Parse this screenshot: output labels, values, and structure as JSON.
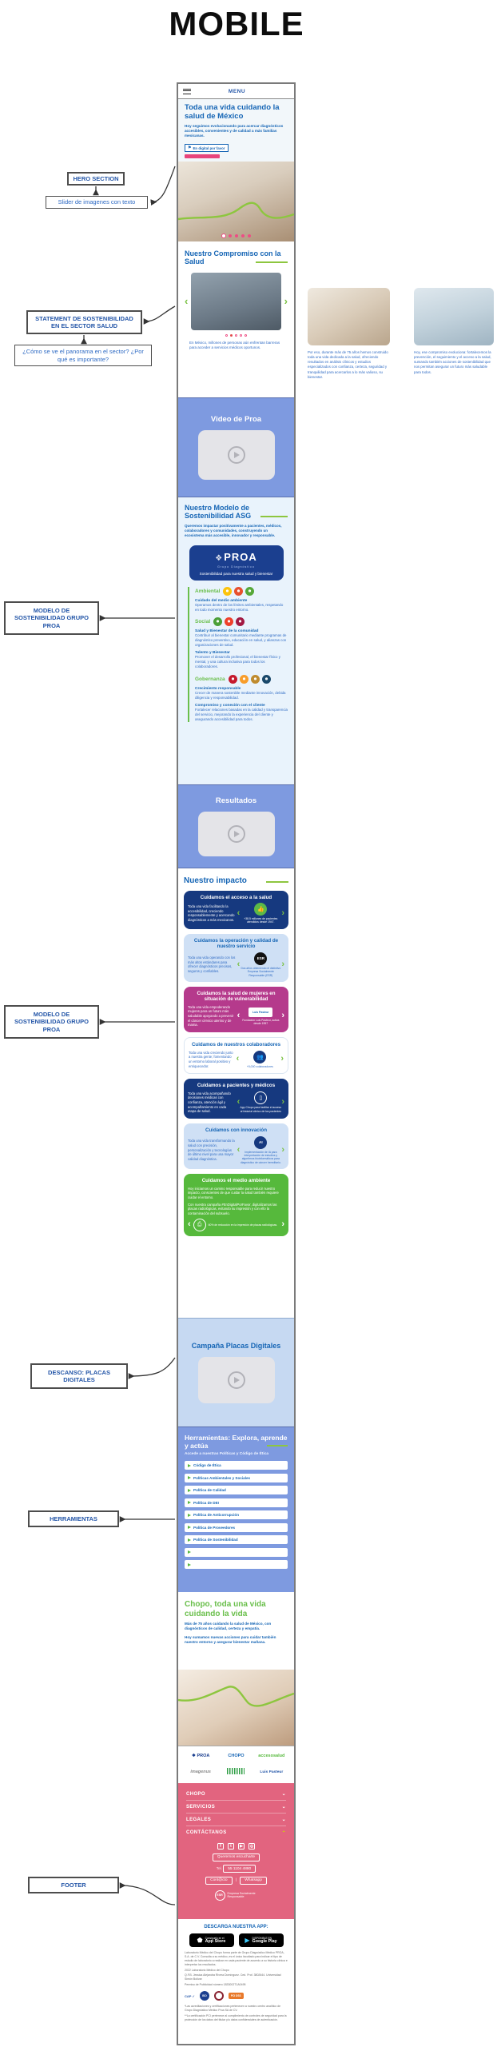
{
  "page_title": "MOBILE",
  "colors": {
    "accent_blue": "#1565b5",
    "periwinkle": "#7e9ae0",
    "green": "#6abf4b",
    "pink_footer": "#e2647f",
    "dark_navy": "#16397f",
    "magenta": "#b53a8c",
    "card_green": "#56b93c"
  },
  "annotations": {
    "hero": {
      "label": "HERO SECTION",
      "note": "Slider de imagenes con texto"
    },
    "statement": {
      "label": "STATEMENT DE SOSTENIBILIDAD EN EL SECTOR SALUD",
      "note": "¿Cómo se ve el panorama en el sector? ¿Por qué es importante?"
    },
    "modelo1": {
      "label": "MODELO DE SOSTENIBILIDAD GRUPO PROA"
    },
    "modelo2": {
      "label": "MODELO DE SOSTENIBILIDAD GRUPO PROA"
    },
    "descanso": {
      "label": "DESCANSO: PLACAS DIGITALES"
    },
    "herramientas": {
      "label": "HERRAMIENTAS"
    },
    "footer": {
      "label": "FOOTER"
    }
  },
  "phone": {
    "menu": {
      "label": "MENU"
    },
    "hero": {
      "title": "Toda una vida cuidando la salud de México",
      "subtitle": "Hoy seguimos evolucionando para acercar diagnósticos accesibles, convenientes y de calidad a más familias mexicanas.",
      "badge": "En digital por favor"
    },
    "compromiso": {
      "title": "Nuestro Compromiso con la Salud",
      "caption": "En México, millones de personas aún enfrentan barreras para acceder a servicios médicos oportunos."
    },
    "video_proa": {
      "title": "Video de Proa"
    },
    "modelo": {
      "title": "Nuestro Modelo de Sostenibilidad ASG",
      "intro": "Queremos impactar positivamente a pacientes, médicos, colaboradores y comunidades, construyendo un ecosistema más accesible, innovador y responsable.",
      "proa_card": {
        "brand": "PROA",
        "brand_sub": "Grupo Diagnóstico",
        "tagline": "Sostenibilidad para nuestra salud y bienestar"
      },
      "pillars": [
        {
          "label": "Ambiental",
          "items": [
            {
              "heading": "Cuidado del medio ambiente",
              "text": "Operamos dentro de los límites ambientales, respetando en todo momento nuestro entorno."
            }
          ]
        },
        {
          "label": "Social",
          "items": [
            {
              "heading": "Salud y Bienestar de la comunidad",
              "text": "Contribuir al bienestar comunitario mediante programas de diagnóstico preventivo, educación en salud, y alianzas con organizaciones de salud."
            },
            {
              "heading": "Talento y Bienestar",
              "text": "Promover el desarrollo profesional, el bienestar físico y mental, y una cultura inclusiva para todos los colaboradores."
            }
          ]
        },
        {
          "label": "Gobernanza",
          "items": [
            {
              "heading": "Crecimiento responsable",
              "text": "Crecer de manera sostenible mediante innovación, debida diligencia y responsabilidad."
            },
            {
              "heading": "Compromiso y conexión con el cliente",
              "text": "Fortalecer relaciones basadas en la calidad y transparencia del servicio, mejorando la experiencia del cliente y asegurando accesibilidad para todos."
            }
          ]
        }
      ]
    },
    "resultados": {
      "title": "Resultados"
    },
    "impacto": {
      "title": "Nuestro impacto",
      "cards": [
        {
          "title": "Cuidamos el acceso a la salud",
          "body": "Toda una vida facilitando la accesibilidad, creciendo responsablemente y acercando diagnósticos a más mexicanos.",
          "stat": "+38.5 millones de pacientes atendidos desde 1947."
        },
        {
          "title": "Cuidamos la operación y calidad de nuestro servicio",
          "body": "Toda una vida operando con los más altos estándares para ofrecer diagnósticos precisos, seguros y confiables.",
          "stat": "Dos años obteniendo el distintivo Empresa Socialmente Responsable (ESR)"
        },
        {
          "title": "Cuidamos la salud de mujeres en situación de vulnerabilidad",
          "body": "Toda una vida empoderando mujeres para un futuro más saludable apoyando a prevenir el cáncer cérvico uterino y de mama.",
          "stat": "Fundación Luis Pasteur, activa desde 1957",
          "logo": "Luis Pasteur"
        },
        {
          "title": "Cuidamos de nuestros colaboradores",
          "body": "Toda una vida creciendo junto a nuestra gente; fomentando un entorno laboral positivo y enriquecedor.",
          "stat": "+5,000 colaboradores"
        },
        {
          "title": "Cuidamos a pacientes y médicos",
          "body": "Toda una vida acompañando decisiones médicas con confianza, atención ágil y acompañamiento en cada etapa de salud.",
          "stat": "App Chopo para facilitar el acceso al historial clínico de los pacientes"
        },
        {
          "title": "Cuidamos con innovación",
          "body": "Toda una vida transformando la salud con precisión, personalización y tecnologías de último nivel para una mayor calidad diagnóstica.",
          "stat": "Implementación de IA para interpretación de estudios y algoritmos bioinformáticos para diagnóstico de cáncer hereditario.",
          "icon_label": "AI"
        },
        {
          "title": "Cuidamos el medio ambiente",
          "body": "Hoy iniciamos un camino responsable para reducir nuestro impacto, conscientes de que cuidar la salud también requiere cuidar el entorno.",
          "body2": "Con nuestra campaña #EnDigitalPorFavor, digitalizamos las placas radiológicas, evitando su impresión y con ello la contaminación del subsuelo.",
          "stat": "60% de reducción en la impresión de placas radiológicas."
        }
      ]
    },
    "campana": {
      "title": "Campaña Placas Digitales"
    },
    "herramientas": {
      "title": "Herramientas: Explora, aprende y actúa",
      "subtitle": "Accede a nuestras Políticas y Código de Ética",
      "policies": [
        "Código de Ética",
        "Políticas Ambientales y Sociales",
        "Política de Calidad",
        "Política de DEI",
        "Política de Anticorrupción",
        "Política de Proveedores",
        "Política de Sostenibilidad",
        "",
        ""
      ]
    },
    "chopo": {
      "title": "Chopo, toda una vida cuidando la vida",
      "p1": "Más de 75 años cuidando la salud de México, con diagnósticos de calidad, certeza y empatía.",
      "p2": "Hoy sumamos nuevas acciones para cuidar también nuestro entorno y asegurar bienestar mañana."
    },
    "brand_bar": {
      "logos": [
        "PROA",
        "CHOPO",
        "accesosalud",
        "imagenus",
        "",
        "Luis Pasteur"
      ]
    },
    "footer": {
      "nav": [
        {
          "label": "CHOPO"
        },
        {
          "label": "SERVICIOS"
        },
        {
          "label": "LEGALES"
        },
        {
          "label": "CONTÁCTANOS"
        }
      ],
      "listen_button": "Queremos escucharte",
      "tel_label": "Tel.",
      "tel_value": "55 1104 4880",
      "contact_button": "Cont@cto",
      "whatsapp_button": "Whatsapp",
      "esr_abbr": "ESR",
      "esr_text": "Empresa Socialmente Responsable"
    },
    "app_section": {
      "title": "DESCARGA NUESTRA APP:",
      "appstore_top": "Consíguelo en el",
      "appstore_bottom": "App Store",
      "gplay_top": "DISPONIBLE EN",
      "gplay_bottom": "Google Play"
    },
    "legal": {
      "p1": "Laboratorio Médico del Chopo forma parte de Grupo Diagnóstico Médico PROA, S.A. de C.V. Consulta a su médico, es el único facultado para indicar el tipo de estudio de laboratorio a realizar en cada paciente de acuerdo a su historia clínica e interpretar los resultados.",
      "p2": "2022 Laboratorio Médico del Chopo",
      "p3": "Q.F.B. Jessica Alejandra Rivera Domínguez. Ced. Prof. 3802644. Universidad Simón Bolívar",
      "p4": "Permiso de Publicidad número 1833002T1A0495",
      "cap": "CAP",
      "iso": "ISO",
      "pci": "PCI DSS",
      "f1": "*Las acreditaciones y certificaciones pertenecen a nuestro centro analítico de Grupo Diagnóstico Médico Proa SA de CV.",
      "f2": "**La certificación PCI pertenece al cumplimiento de controles de seguridad para la protección de los datos del titular y/o datos confidenciales de autenticación."
    }
  },
  "side_slides": [
    {
      "caption": "Por eso, durante más de 75 años hemos construido toda una vida dedicada a la salud, ofreciendo resultados en análisis clínicos y estudios especializados con confianza, certeza, seguridad y tranquilidad para acercarlos a lo más valioso, su bienestar."
    },
    {
      "caption": "Hoy, ese compromiso evoluciona: fortalecemos la prevención, el seguimiento y el acceso a la salud, sumando también acciones de sostenibilidad que nos permitan asegurar un futuro más saludable para todos."
    }
  ]
}
